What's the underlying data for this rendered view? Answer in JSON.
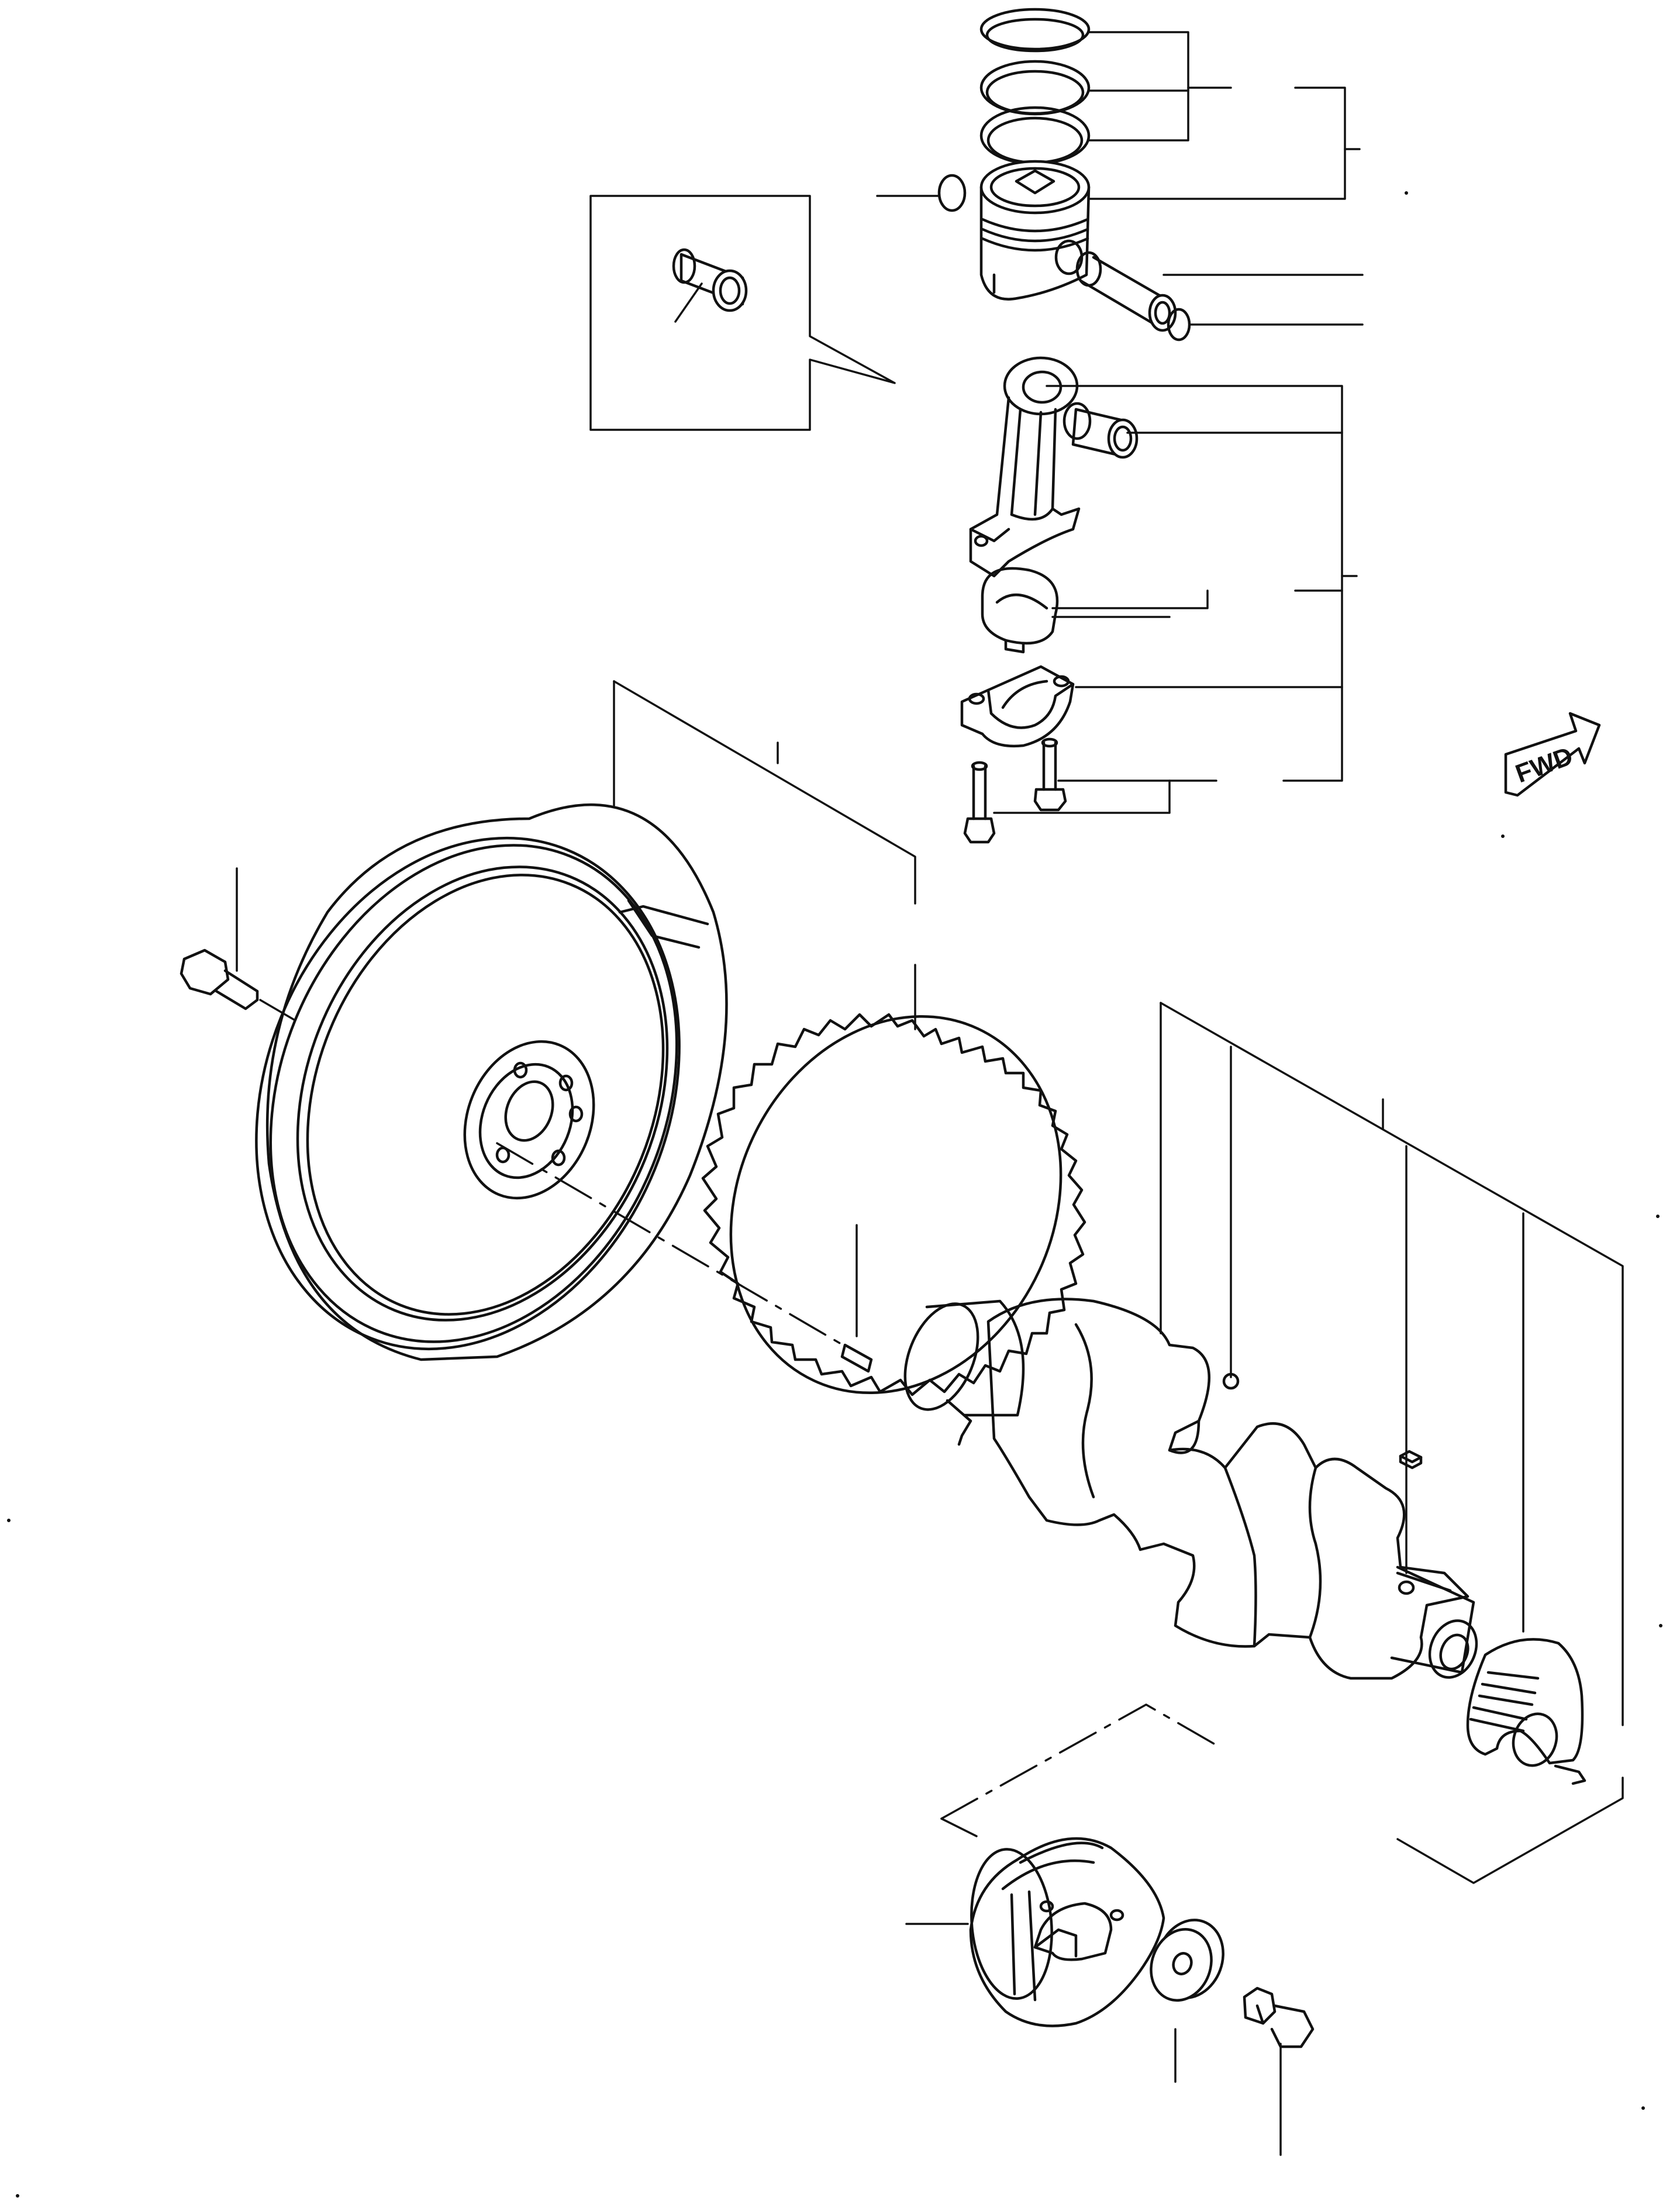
{
  "figure": {
    "fwd_label": "FWD"
  },
  "parts": [
    "piston-ring-set",
    "piston-pin-snap-ring",
    "piston",
    "piston-pin",
    "piston-pin-snap-ring-right",
    "small-end-bushing-inset",
    "connecting-rod",
    "small-end-bushing",
    "upper-rod-bearing",
    "lower-rod-bearing-cap",
    "rod-bolts",
    "flywheel",
    "flywheel-bolt",
    "ring-gear",
    "dowel-pin",
    "crankshaft",
    "crank-key",
    "thrust-bearing",
    "crank-pulley",
    "pulley-washer",
    "pulley-bolt"
  ]
}
